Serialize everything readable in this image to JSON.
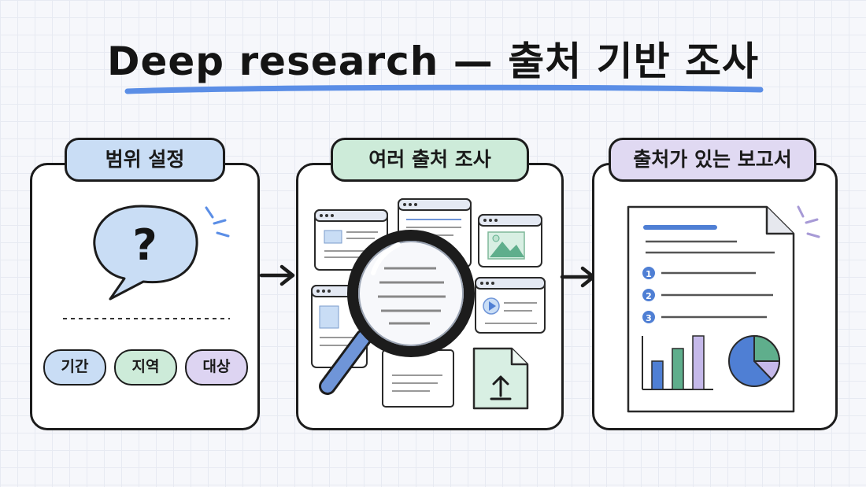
{
  "title": "Deep research — 출처 기반 조사",
  "steps": [
    {
      "label": "범위 설정",
      "color": "#c9ddf5",
      "tags": [
        "기간",
        "지역",
        "대상"
      ]
    },
    {
      "label": "여러 출처 조사",
      "color": "#cdebd9"
    },
    {
      "label": "출처가 있는 보고서",
      "color": "#e0d9f2"
    }
  ],
  "icons": {
    "question_bubble": "question-bubble-icon",
    "magnifier": "magnifying-glass-icon",
    "upload_file": "upload-file-icon",
    "report": "report-document-icon",
    "arrow": "arrow-right-icon"
  },
  "report": {
    "list_numbers": [
      "1",
      "2",
      "3"
    ]
  },
  "colors": {
    "blue": "#4f7fd4",
    "green": "#5fae8c",
    "purple": "#a79ad6",
    "tag_blue": "#c9ddf5",
    "tag_green": "#cdebd9",
    "tag_purple": "#ddd4f2"
  }
}
